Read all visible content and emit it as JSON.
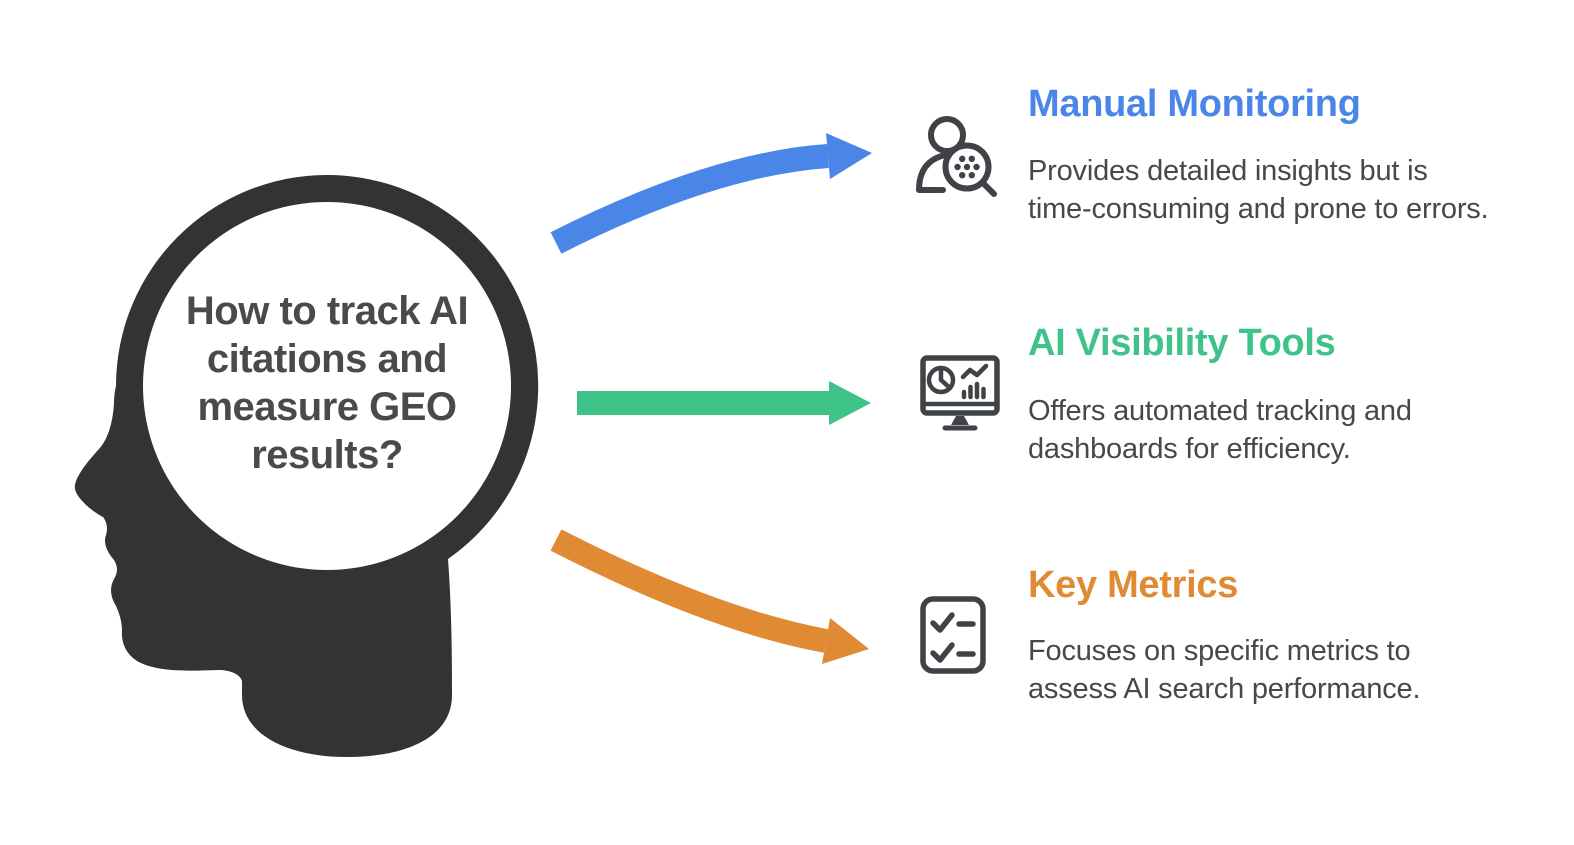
{
  "page": {
    "background_color": "#ffffff"
  },
  "head": {
    "question": "How to track AI citations and measure GEO results?",
    "question_lines": [
      "How to track AI",
      "citations and",
      "measure GEO",
      "results?"
    ],
    "silhouette_color": "#333333",
    "question_color": "#4a4a4a"
  },
  "icon_color": "#3f4347",
  "description_color": "#484848",
  "sections": [
    {
      "title": "Manual Monitoring",
      "title_color": "#4a86e8",
      "arrow_color": "#4a86e8",
      "arrow_shape": "curved-up",
      "icon": "person-magnifier-icon",
      "description": "Provides detailed insights but is time-consuming and prone to errors.",
      "description_lines": [
        "Provides detailed insights but is",
        "time-consuming and prone to errors."
      ]
    },
    {
      "title": "AI Visibility Tools",
      "title_color": "#3ec389",
      "arrow_color": "#3ec389",
      "arrow_shape": "straight",
      "icon": "dashboard-monitor-icon",
      "description": "Offers automated tracking and dashboards for efficiency.",
      "description_lines": [
        "Offers automated tracking and",
        "dashboards for efficiency."
      ]
    },
    {
      "title": "Key Metrics",
      "title_color": "#e08a33",
      "arrow_color": "#e08a33",
      "arrow_shape": "curved-down",
      "icon": "checklist-icon",
      "description": "Focuses on specific metrics to assess AI search performance.",
      "description_lines": [
        "Focuses on specific metrics to",
        "assess AI search performance."
      ]
    }
  ]
}
